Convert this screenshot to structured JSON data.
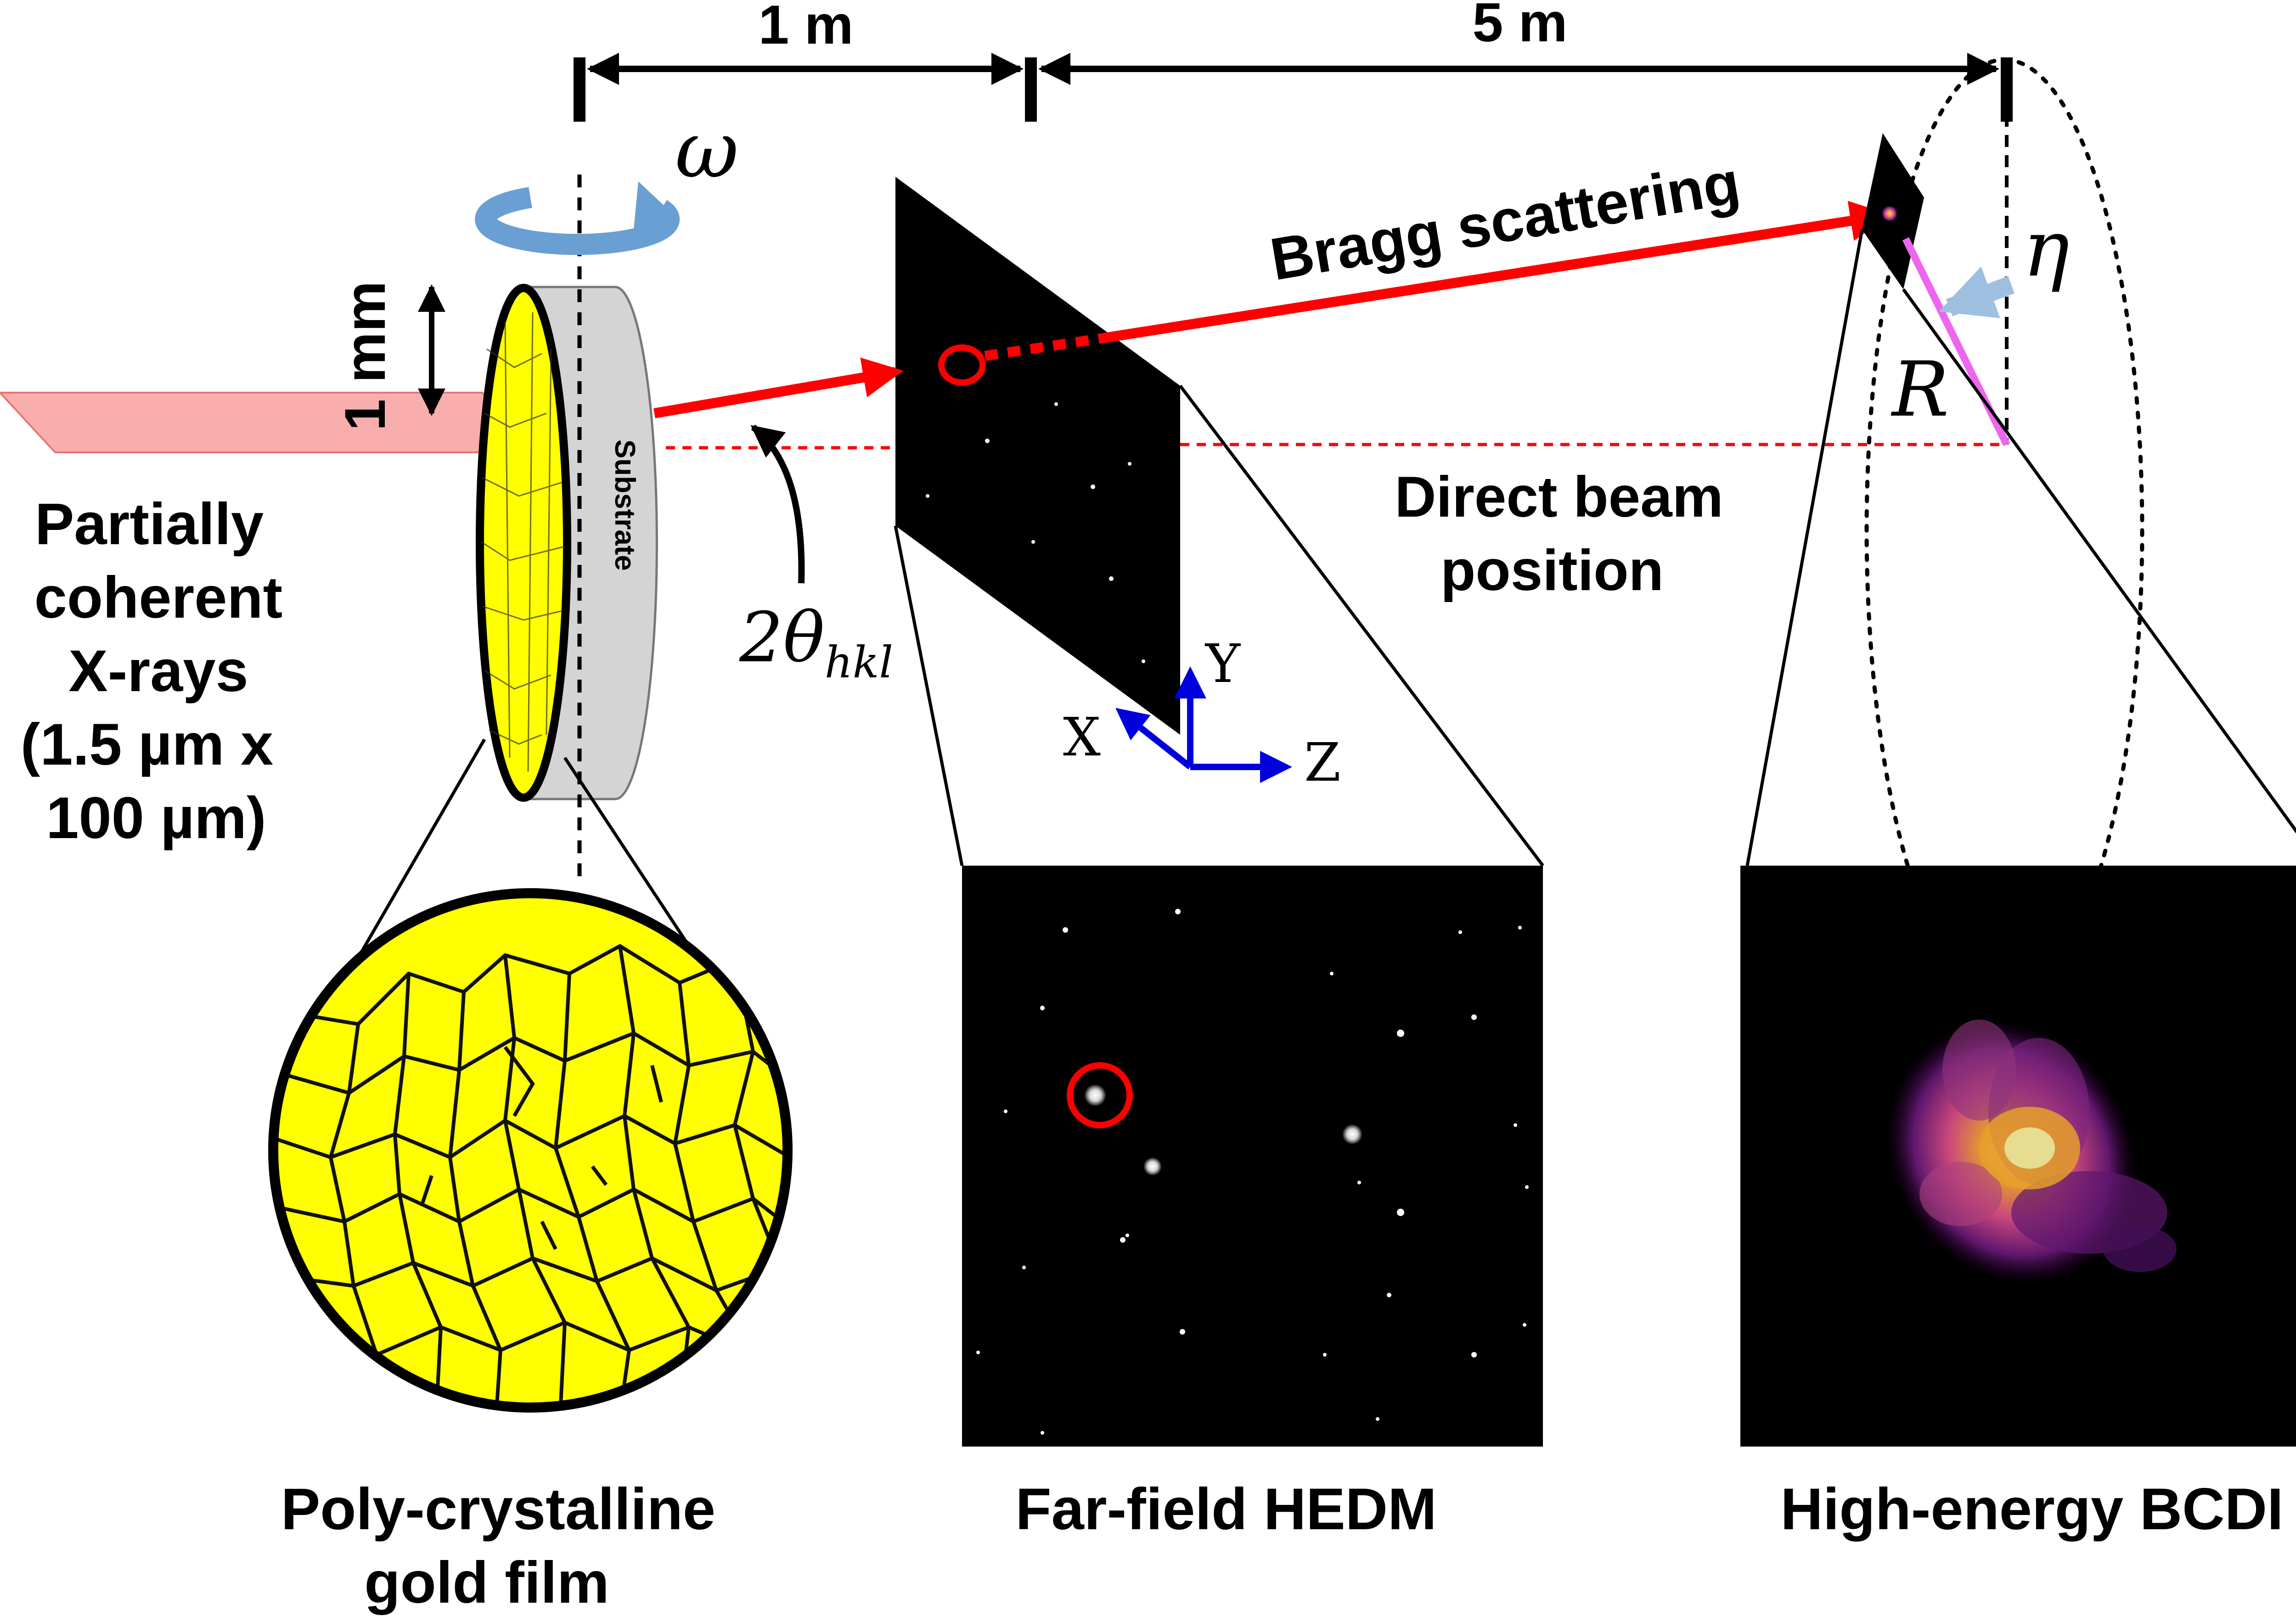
{
  "dimensions": {
    "sample_to_hedm": "1 m",
    "hedm_to_bcdi": "5 m",
    "beam_height": "1 mm"
  },
  "labels": {
    "xray_source": [
      "Partially",
      "coherent",
      "X-rays",
      "(1.5 µm x",
      "100 µm)"
    ],
    "substrate": "Substrate",
    "bragg_scattering": "Bragg scattering",
    "direct_beam": [
      "Direct beam",
      "position"
    ],
    "poly_film": [
      "Poly-crystalline",
      "gold film"
    ],
    "hedm": "Far-field HEDM",
    "bcdi": "High-energy BCDI"
  },
  "math": {
    "omega": "ω",
    "two_theta": "2θ",
    "two_theta_sub": "hkl",
    "eta": "η",
    "radius": "R"
  },
  "axes": {
    "x": "X",
    "y": "Y",
    "z": "Z"
  },
  "colors": {
    "beam": "#ff0000",
    "gold": "#ffff00",
    "rotation_arrow": "#6a9fd4",
    "axis_triad": "#0000dd",
    "radius_line": "#ee55ee",
    "detector": "#000000"
  }
}
